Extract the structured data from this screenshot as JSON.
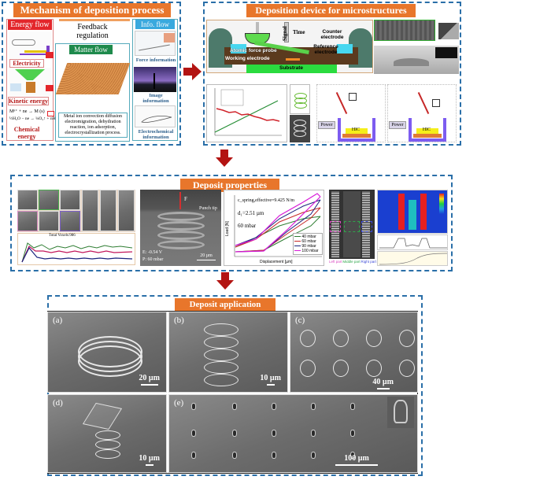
{
  "mechanism": {
    "title": "Mechanism of deposition process",
    "energy_flow": "Energy flow",
    "info_flow": "Info. flow",
    "matter_flow": "Matter flow",
    "feedback": "Feedback regulation",
    "electricity": "Electricity",
    "kinetic_energy": "Kinetic energy",
    "chemical_energy": "Chemical energy",
    "equation1": "Mⁿ⁺ + ne → M (s)",
    "equation2": "½H₂O − ne → ¼O₂↑ + nH⁺",
    "force_info": "Force information",
    "image_info": "Image information",
    "electrochem_info": "Electrochemical information",
    "process_text": "Metal ion convection diffusion electromigration, dehydration reaction, ion adsorption, electrocrystallization process."
  },
  "device": {
    "title": "Deposition device for microstructures",
    "signal_label": "Signal",
    "time_label": "Time",
    "counter_electrode": "Counter electrode",
    "reference_electrode": "Reference electrode",
    "afm_probe": "Atomic force probe",
    "working_electrode": "Working electrode",
    "substrate": "Substrate",
    "power": "Power",
    "hic": "HIC"
  },
  "properties": {
    "title": "Deposit properties",
    "punch_tip": "Punch tip",
    "force_label": "F",
    "voltage": "E: -0.54 V",
    "pressure": "P: 60 mbar",
    "scale_20um": "20 µm",
    "total_voxels": "Total Voxels:986",
    "spring": "c_spring,effective=9.425 N/m",
    "d1": "d₁=2.51 µm",
    "pressure_chart": "60 mbar",
    "chart_xlabel": "Displacement [µm]",
    "chart_ylabel": "Load [N]",
    "legend": [
      "40 mbar",
      "60 mbar",
      "90 mbar",
      "100 mbar"
    ],
    "legend_colors": [
      "#2e7d32",
      "#c62828",
      "#1a237e",
      "#d81bd8"
    ],
    "left_part": "Left part",
    "middle_part": "Middle part",
    "right_part": "Right part"
  },
  "application": {
    "title": "Deposit application",
    "panels": [
      {
        "label": "(a)",
        "scale": "20 µm"
      },
      {
        "label": "(b)",
        "scale": "10 µm"
      },
      {
        "label": "(c)",
        "scale": "40 µm"
      },
      {
        "label": "(d)",
        "scale": "10 µm"
      },
      {
        "label": "(e)",
        "scale": "100 µm"
      }
    ]
  },
  "colors": {
    "dash": "#2a6fa8",
    "orange": "#e8762b",
    "arrow": "#b31412",
    "energy_red": "#e3262b",
    "info_blue": "#39a9de",
    "matter_green": "#1e8a4c"
  }
}
